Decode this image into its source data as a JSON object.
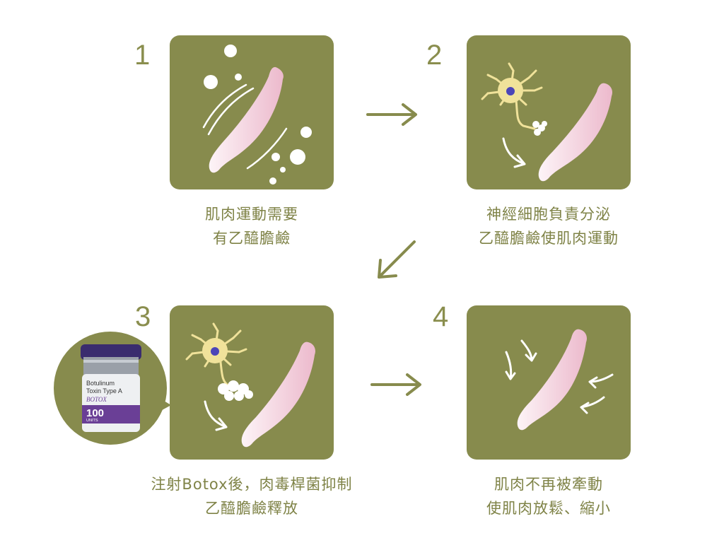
{
  "steps": [
    {
      "number": "1",
      "line1": "肌肉運動需要",
      "line2": "有乙醯膽鹼"
    },
    {
      "number": "2",
      "line1": "神經細胞負責分泌",
      "line2": "乙醯膽鹼使肌肉運動"
    },
    {
      "number": "3",
      "line1": "注射Botox後，肉毒桿菌抑制",
      "line2": "乙醯膽鹼釋放"
    },
    {
      "number": "4",
      "line1": "肌肉不再被牽動",
      "line2": "使肌肉放鬆、縮小"
    }
  ],
  "vial": {
    "label_line1": "Botulinum",
    "label_line2": "Toxin Type A",
    "brand": "BOTOX",
    "dose": "100",
    "dose_unit": "UNITS"
  },
  "colors": {
    "panel": "#878b4d",
    "muscle_light": "#fbeef3",
    "muscle_dark": "#ecb9cc",
    "neuron": "#f0e29a",
    "nucleus": "#4b45b8",
    "arrow": "#878b4d",
    "caption": "#7f8347"
  }
}
